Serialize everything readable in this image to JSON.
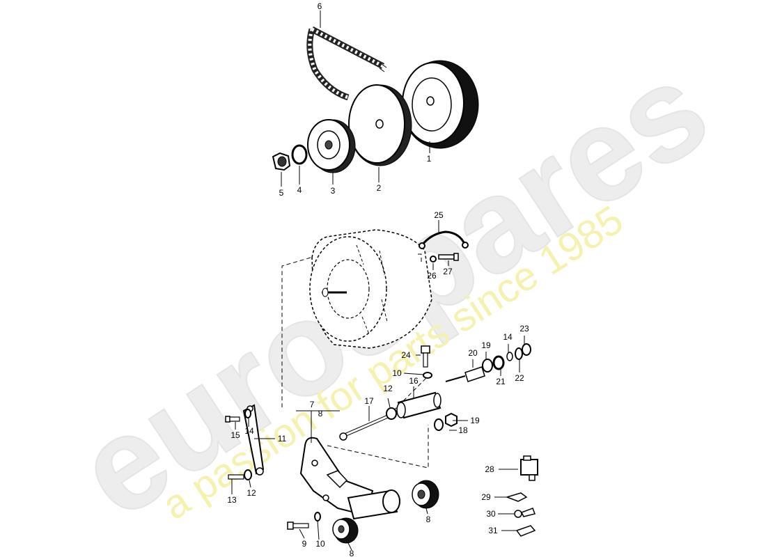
{
  "watermark": {
    "brand": "eurospares",
    "tagline": "a passion for parts since 1985",
    "brand_color": "#e9e9e9",
    "tagline_color": "#f3ef9a"
  },
  "callouts": {
    "c1": "1",
    "c2": "2",
    "c3": "3",
    "c4": "4",
    "c5": "5",
    "c6": "6",
    "c7": "7",
    "c8a": "8",
    "c8b": "8",
    "c8c": "8",
    "c9": "9",
    "c10a": "10",
    "c10b": "10",
    "c11": "11",
    "c12a": "12",
    "c12b": "12",
    "c13": "13",
    "c14a": "14",
    "c14b": "14",
    "c15": "15",
    "c16": "16",
    "c17": "17",
    "c18": "18",
    "c19a": "19",
    "c19b": "19",
    "c20": "20",
    "c21": "21",
    "c22": "22",
    "c23": "23",
    "c24": "24",
    "c25": "25",
    "c26": "26",
    "c27": "27",
    "c28": "28",
    "c29": "29",
    "c30": "30",
    "c31": "31"
  }
}
